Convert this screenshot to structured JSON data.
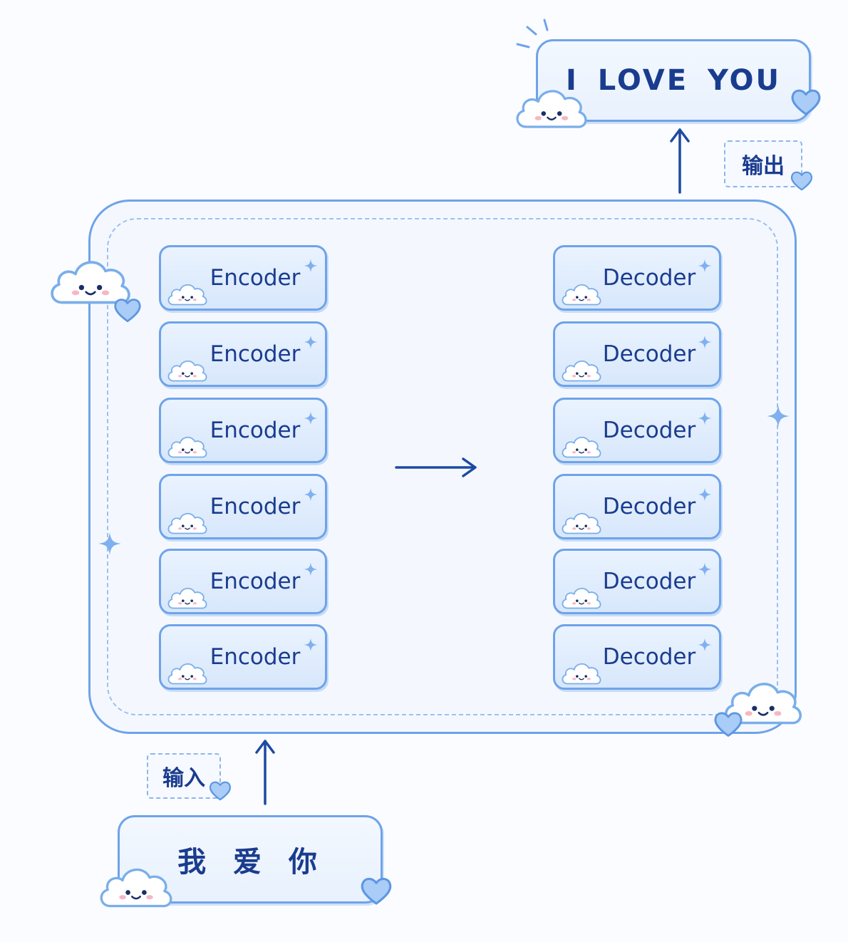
{
  "colors": {
    "outline": "#6ea3ea",
    "text": "#1a3c8f",
    "fill": "#e8f1fd",
    "heart": "#8fbcf2",
    "arrow": "#1d4aa0"
  },
  "output_box": {
    "text": "I LOVE YOU"
  },
  "output_tag": {
    "text": "输出"
  },
  "input_box": {
    "text": "我 爱 你"
  },
  "input_tag": {
    "text": "输入"
  },
  "encoders": [
    {
      "label": "Encoder"
    },
    {
      "label": "Encoder"
    },
    {
      "label": "Encoder"
    },
    {
      "label": "Encoder"
    },
    {
      "label": "Encoder"
    },
    {
      "label": "Encoder"
    }
  ],
  "decoders": [
    {
      "label": "Decoder"
    },
    {
      "label": "Decoder"
    },
    {
      "label": "Decoder"
    },
    {
      "label": "Decoder"
    },
    {
      "label": "Decoder"
    },
    {
      "label": "Decoder"
    }
  ],
  "decorations": {
    "cloud_icon": "smiling-cloud",
    "heart_icon": "heart",
    "sparkle_icon": "four-point-sparkle"
  }
}
